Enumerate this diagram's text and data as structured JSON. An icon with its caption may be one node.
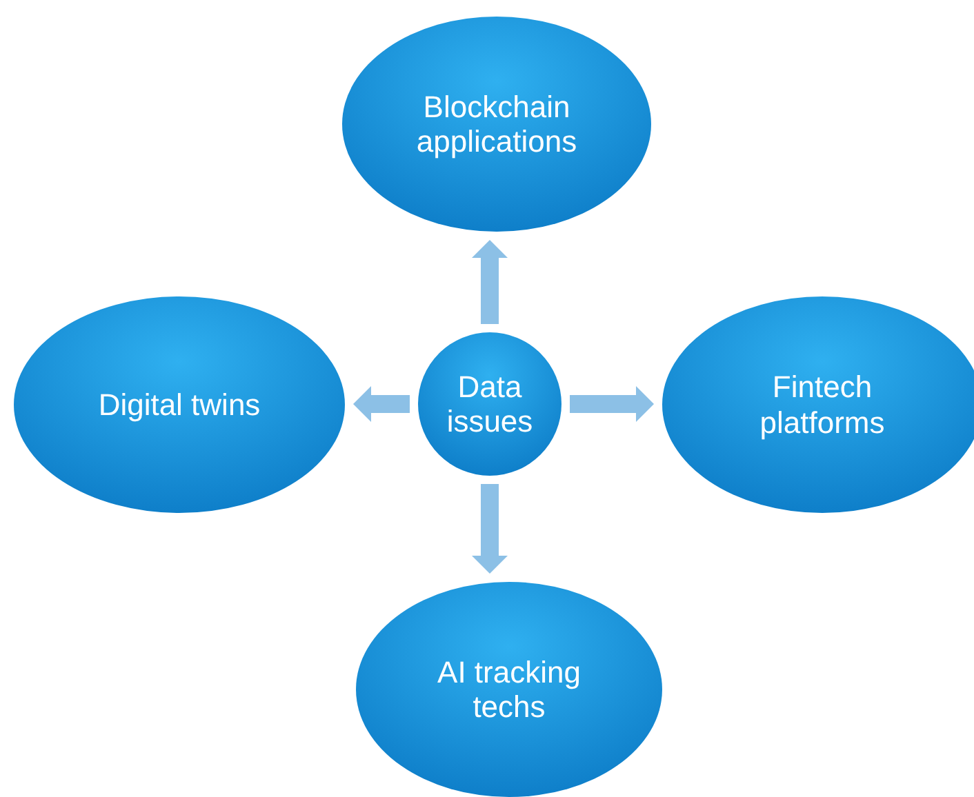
{
  "diagram": {
    "nodes": [
      {
        "text": [
          "Blockchain applications"
        ]
      },
      {
        "text": [
          "Digital twins"
        ]
      },
      {
        "text": [
          "Data issues"
        ]
      },
      {
        "text": [
          "Fintech platforms"
        ]
      },
      {
        "text": [
          "AI tracking techs"
        ]
      }
    ],
    "edges": [
      {
        "from": 2,
        "to": 0,
        "arrow": "to"
      },
      {
        "from": 2,
        "to": 1,
        "arrow": "to"
      },
      {
        "from": 2,
        "to": 3,
        "arrow": "to"
      },
      {
        "from": 2,
        "to": 4,
        "arrow": "to"
      }
    ]
  }
}
